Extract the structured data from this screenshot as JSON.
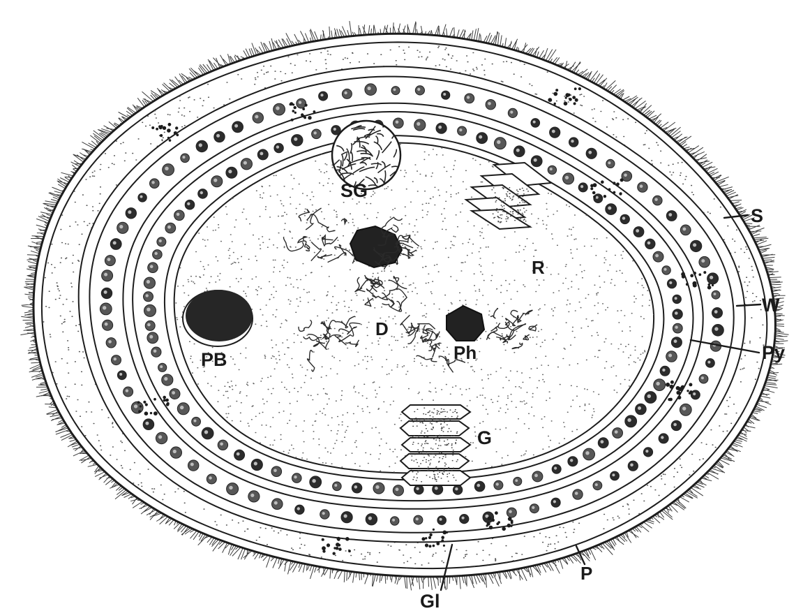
{
  "figure": {
    "ink": "#1c1c1c",
    "paper": "#ffffff",
    "labels": {
      "S": "S",
      "W": "W",
      "Py": "Py",
      "R": "R",
      "SG": "SG",
      "PB": "PB",
      "D": "D",
      "Ph": "Ph",
      "G": "G",
      "P": "P",
      "Gl": "Gl"
    }
  }
}
